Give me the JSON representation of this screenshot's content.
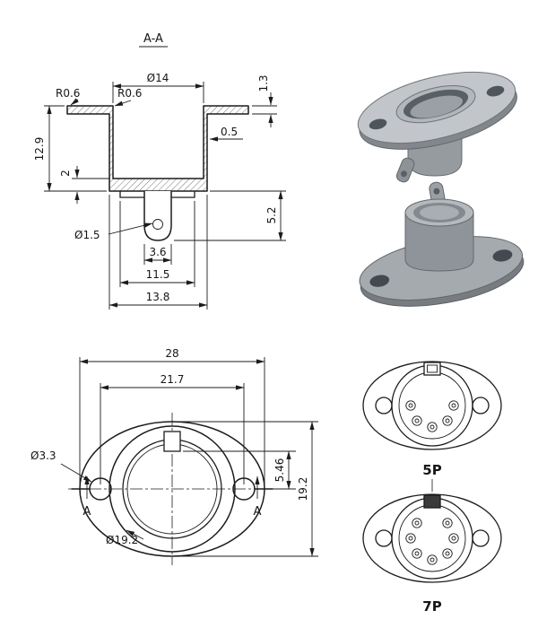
{
  "drawing": {
    "section_view": {
      "title": "A-A",
      "dims": {
        "dia14": "Ø14",
        "r06_a": "R0.6",
        "r06_b": "R0.6",
        "t13": "1.3",
        "t05": "0.5",
        "h129": "12.9",
        "h2": "2",
        "h52": "5.2",
        "dia15": "Ø1.5",
        "w36": "3.6",
        "w115": "11.5",
        "w138": "13.8"
      }
    },
    "plan_view": {
      "dims": {
        "w28": "28",
        "w217": "21.7",
        "dia33": "Ø3.3",
        "h546": "5.46",
        "h192": "19.2",
        "dia192": "Ø19.2"
      },
      "cut_label_left": "A",
      "cut_label_right": "A"
    },
    "pin_views": {
      "five": {
        "label": "5P",
        "pin_count": 5
      },
      "seven": {
        "label": "7P",
        "pin_count": 7
      }
    },
    "colors": {
      "line": "#1c1c1c",
      "render_light": "#c2c6ca",
      "render_mid": "#969ba0",
      "render_dark": "#585f65"
    }
  }
}
